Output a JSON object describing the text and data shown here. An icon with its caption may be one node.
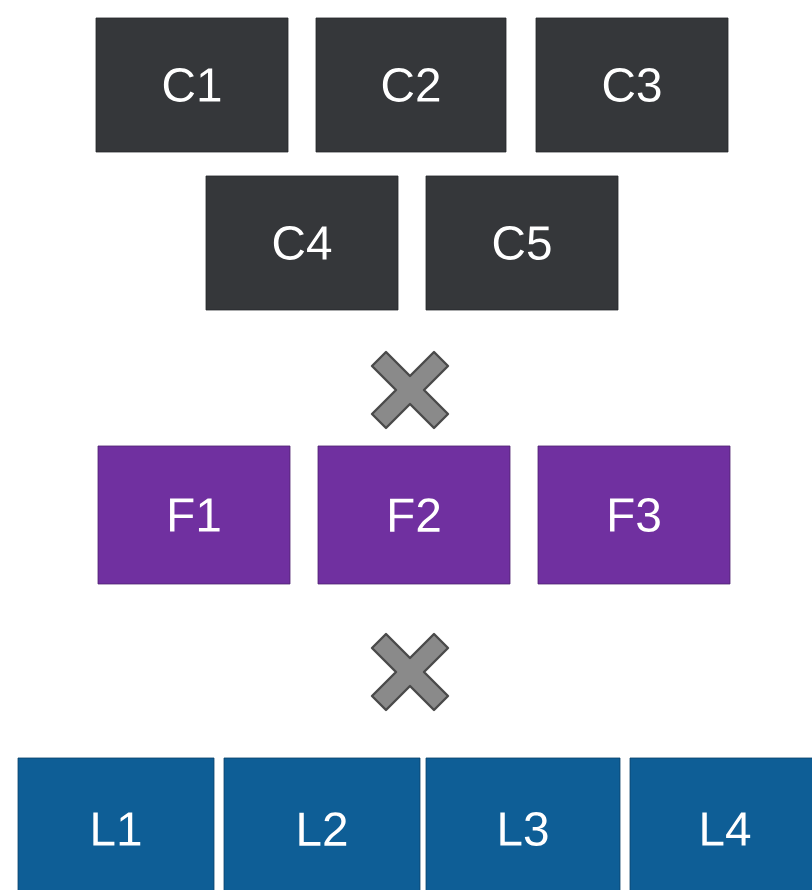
{
  "diagram": {
    "nodes": [
      {
        "text": [
          "C1"
        ]
      },
      {
        "text": [
          "C2"
        ]
      },
      {
        "text": [
          "C3"
        ]
      },
      {
        "text": [
          "C4"
        ]
      },
      {
        "text": [
          "C5"
        ]
      },
      {
        "text": [
          "F1"
        ]
      },
      {
        "text": [
          "F2"
        ]
      },
      {
        "text": [
          "F3"
        ]
      },
      {
        "text": [
          "L1"
        ]
      },
      {
        "text": [
          "L2"
        ]
      },
      {
        "text": [
          "L3"
        ]
      },
      {
        "text": [
          "L4"
        ]
      }
    ]
  }
}
